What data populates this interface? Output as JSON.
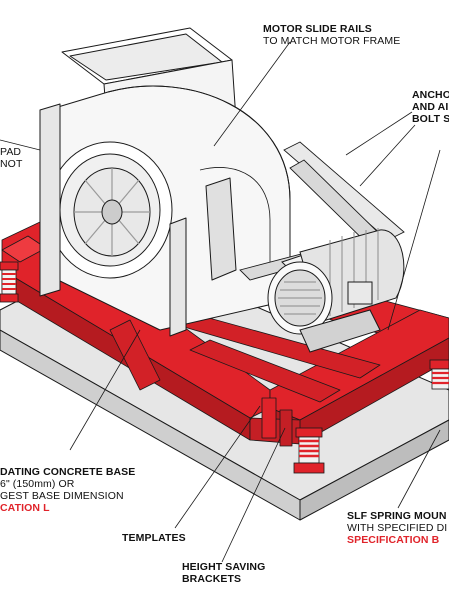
{
  "labels": {
    "motor_slide_rails": {
      "line1": "MOTOR SLIDE RAILS",
      "line2": "TO MATCH MOTOR FRAME"
    },
    "anchor": {
      "line1": "ANCHO",
      "line2": "AND AI",
      "line3": "BOLT S"
    },
    "pad": {
      "line1": "PAD",
      "line2": "NOT"
    },
    "floating_base": {
      "line1": "DATING CONCRETE BASE",
      "line2": "6\" (150mm) OR",
      "line3": "GEST BASE DIMENSION",
      "line4": "CATION L"
    },
    "templates": "TEMPLATES",
    "height_saving": {
      "line1": "HEIGHT SAVING",
      "line2": "BRACKETS"
    },
    "slf_spring": {
      "line1": "SLF SPRING MOUN",
      "line2": "WITH SPECIFIED DI",
      "line3": "SPECIFICATION B"
    }
  },
  "colors": {
    "frame_red": "#e0232a",
    "outline": "#1a1a1a",
    "spec_text_red": "#e0232a",
    "concrete": "#e4e4e4"
  },
  "icons": {
    "fan": "centrifugal-fan-icon",
    "motor": "electric-motor-icon",
    "spring": "spring-mount-icon"
  }
}
